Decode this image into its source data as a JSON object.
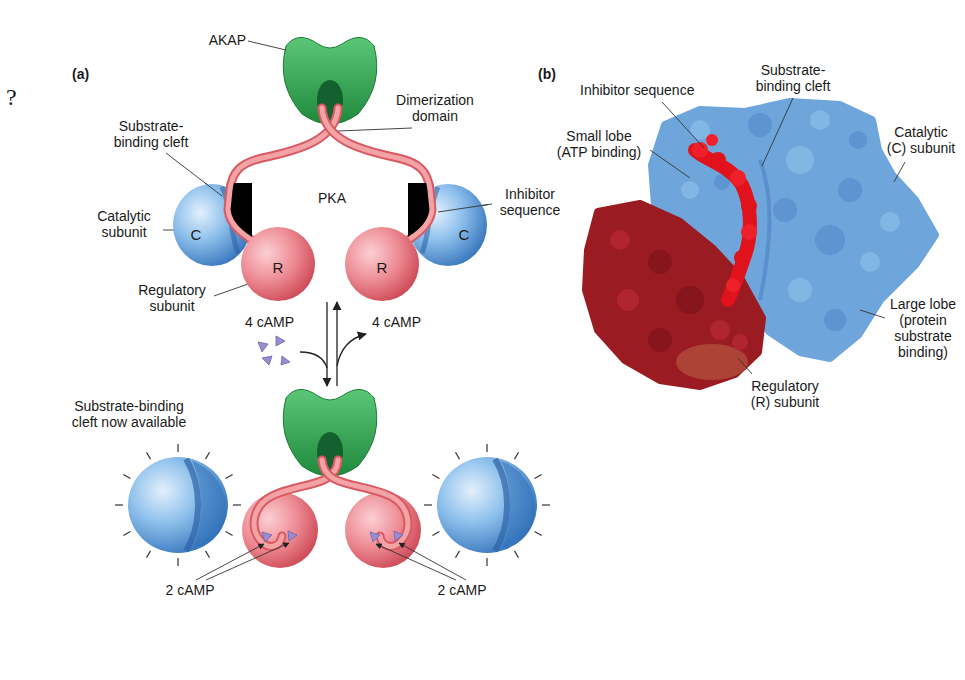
{
  "diagram": {
    "nodes": [
      {
        "text": [
          "C"
        ]
      },
      {
        "text": [
          "R"
        ]
      },
      {
        "text": [
          "R"
        ]
      },
      {
        "text": [
          "C"
        ]
      }
    ],
    "labels": [
      "?",
      "(a)",
      "AKAP",
      "Dimerization domain",
      "Substrate-binding cleft",
      "PKA",
      "Inhibitor sequence",
      "Catalytic subunit",
      "Regulatory subunit",
      "4 cAMP",
      "4 cAMP",
      "Substrate-binding cleft now available",
      "2 cAMP",
      "2 cAMP",
      "(b)",
      "Inhibitor sequence",
      "Substrate-binding cleft",
      "Small lobe (ATP binding)",
      "Catalytic (C) subunit",
      "Large lobe (protein substrate binding)",
      "Regulatory (R) subunit"
    ]
  }
}
